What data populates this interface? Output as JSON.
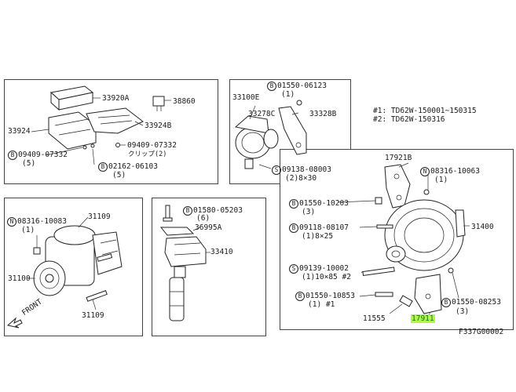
{
  "legend": {
    "line1": "#1: TD62W-150001~150315",
    "line2": "#2: TD62W-150316"
  },
  "panel1": {
    "p33920A": "33920A",
    "p38860": "38860",
    "p33924": "33924",
    "p33924B": "33924B",
    "b09409a_code": "09409-07332",
    "b09409a_sub": "クリップ(2)",
    "b09409b_code": "09409-07332",
    "b09409b_qty": "(5)",
    "b02162_code": "02162-06103",
    "b02162_qty": "(5)"
  },
  "panel2": {
    "b01550_code": "01550-06123",
    "b01550_qty": "(1)",
    "p33100E": "33100E",
    "p33278C": "33278C",
    "p33328B": "33328B",
    "s09138_code": "09138-08003",
    "s09138_qty": "(2)8×30"
  },
  "panel3": {
    "n08316_code": "08316-10083",
    "n08316_qty": "(1)",
    "p31109a": "31109",
    "p31100": "31100",
    "p31109b": "31109",
    "front": "FRONT"
  },
  "panel4": {
    "b01580_code": "01580-05203",
    "b01580_qty": "(6)",
    "p36995A": "36995A",
    "p33410": "33410"
  },
  "panel5": {
    "p17921B": "17921B",
    "n08316_code": "08316-10063",
    "n08316_qty": "(1)",
    "b01550a_code": "01550-10203",
    "b01550a_qty": "(3)",
    "b09118_code": "09118-08107",
    "b09118_qty": "(1)8×25",
    "p31400": "31400",
    "s09139_code": "09139-10002",
    "s09139_qty": "(1)10×85 #2",
    "b01550b_code": "01550-10853",
    "b01550b_qty": "(1) #1",
    "b01550c_code": "01550-08253",
    "b01550c_qty": "(3)",
    "p11555": "11555",
    "p17911": "17911"
  },
  "marks": {
    "B": "B",
    "S": "S",
    "N": "N"
  },
  "figure_code": "F337G00002"
}
